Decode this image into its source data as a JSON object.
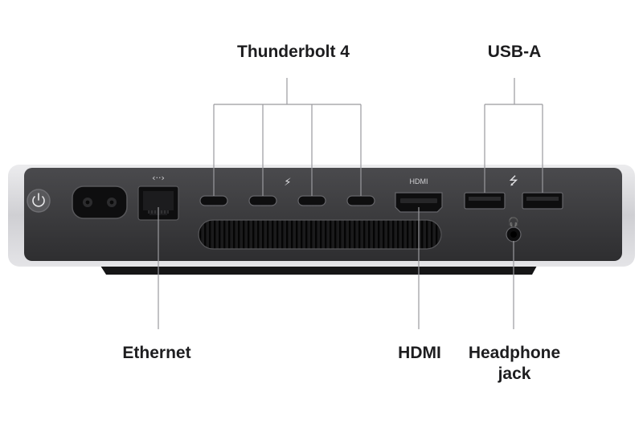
{
  "labels": {
    "thunderbolt": "Thunderbolt 4",
    "usb_a": "USB-A",
    "ethernet": "Ethernet",
    "hdmi": "HDMI",
    "headphone_line1": "Headphone",
    "headphone_line2": "jack"
  },
  "port_markings": {
    "hdmi": "HDMI",
    "thunderbolt_symbol": "⚡",
    "usb_symbol": "⭍",
    "ethernet_symbol": "‹··›",
    "headphone_symbol": "🎧"
  },
  "colors": {
    "body_silver": "#d9d9dc",
    "panel": "#3a3a3c",
    "port": "#0e0e0f",
    "leader_line": "#9a9a9e",
    "text": "#1d1d1f"
  }
}
